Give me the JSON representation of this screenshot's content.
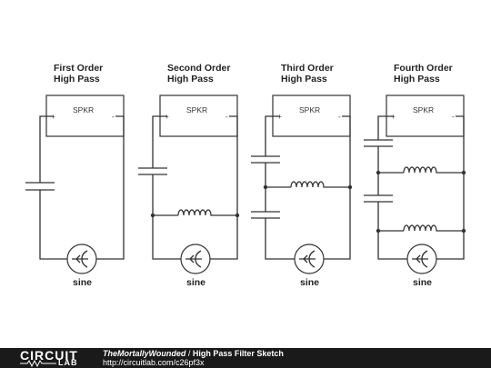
{
  "circuits": [
    {
      "title_line1": "First Order",
      "title_line2": "High Pass",
      "speaker_label": "SPKR",
      "plus": "+",
      "minus": "-",
      "source_label": "sine"
    },
    {
      "title_line1": "Second Order",
      "title_line2": "High Pass",
      "speaker_label": "SPKR",
      "plus": "+",
      "minus": "-",
      "source_label": "sine"
    },
    {
      "title_line1": "Third Order",
      "title_line2": "High Pass",
      "speaker_label": "SPKR",
      "plus": "+",
      "minus": "-",
      "source_label": "sine"
    },
    {
      "title_line1": "Fourth Order",
      "title_line2": "High Pass",
      "speaker_label": "SPKR",
      "plus": "+",
      "minus": "-",
      "source_label": "sine"
    }
  ],
  "footer": {
    "logo_top": "CIRCUIT",
    "logo_bottom": "LAB",
    "author": "TheMortallyWounded",
    "separator": " / ",
    "name": "High Pass Filter Sketch",
    "url": "http://circuitlab.com/c26pf3x"
  },
  "colors": {
    "wire": "#333333",
    "footer_bg": "#1a1a1a",
    "footer_text": "#ffffff"
  }
}
